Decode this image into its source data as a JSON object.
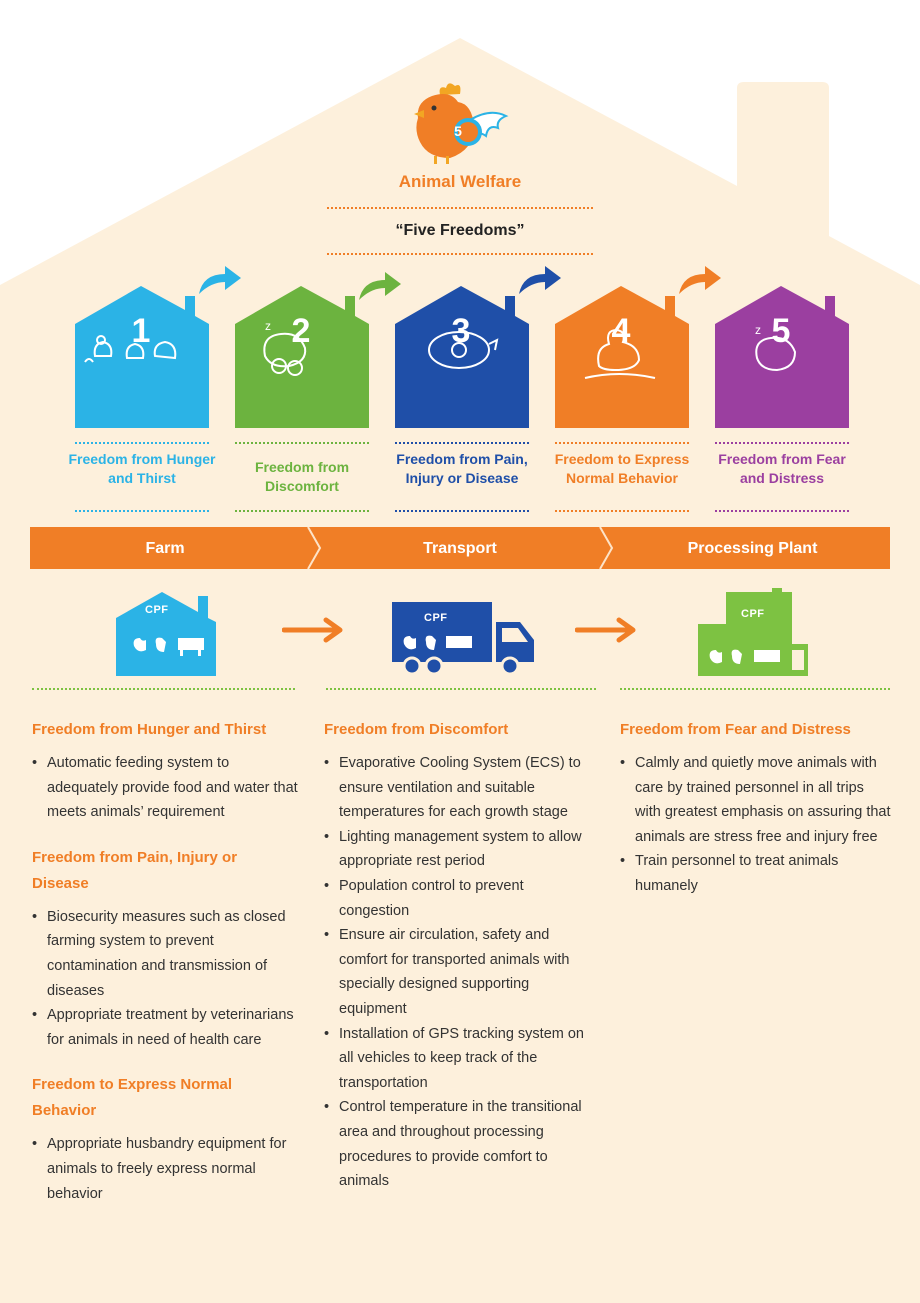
{
  "header": {
    "badge_number": "5",
    "title": "Animal Welfare",
    "subtitle": "“Five Freedoms”"
  },
  "freedoms": [
    {
      "number": "1",
      "label": "Freedom from Hunger and Thirst",
      "color": "#2bb3e6",
      "icon": "chicks-feeding-icon"
    },
    {
      "number": "2",
      "label": "Freedom from Discomfort",
      "color": "#6cb33f",
      "icon": "sleeping-hen-icon"
    },
    {
      "number": "3",
      "label": "Freedom from Pain, Injury or Disease",
      "color": "#1f4fa8",
      "icon": "piglet-icon"
    },
    {
      "number": "4",
      "label": "Freedom to Express Normal Behavior",
      "color": "#f07e26",
      "icon": "duck-icon"
    },
    {
      "number": "5",
      "label": "Freedom from Fear and Distress",
      "color": "#9b3fa0",
      "icon": "resting-hen-icon"
    }
  ],
  "stages": {
    "farm": "Farm",
    "transport": "Transport",
    "processing": "Processing Plant",
    "logo_text": "CPF"
  },
  "columns": {
    "left": [
      {
        "title": "Freedom from Hunger and Thirst",
        "bullets": [
          "Automatic feeding system to adequately provide food and water that meets animals’ requirement"
        ]
      },
      {
        "title": "Freedom from Pain, Injury or Disease",
        "bullets": [
          "Biosecurity measures such as closed farming system to prevent contamination and transmission of diseases",
          "Appropriate treatment by veterinarians for animals in need of health care"
        ]
      },
      {
        "title": "Freedom to Express Normal Behavior",
        "bullets": [
          "Appropriate husbandry equipment for animals to freely express normal behavior"
        ]
      }
    ],
    "middle": [
      {
        "title": "Freedom from Discomfort",
        "bullets": [
          "Evaporative Cooling System (ECS) to ensure ventilation and suitable temperatures for each growth stage",
          "Lighting management system to allow appropriate rest period",
          "Population control to prevent congestion",
          "Ensure air circulation, safety and comfort for transported animals with specially designed supporting equipment",
          "Installation of GPS tracking system on all vehicles to keep track of the transportation",
          "Control temperature in the transitional area and throughout processing procedures to provide comfort to animals"
        ]
      }
    ],
    "right": [
      {
        "title": "Freedom from Fear and Distress",
        "bullets": [
          "Calmly and quietly move animals with care by trained personnel in all trips with greatest emphasis on assuring that animals are stress free and injury free",
          "Train personnel to treat animals humanely"
        ]
      }
    ]
  }
}
